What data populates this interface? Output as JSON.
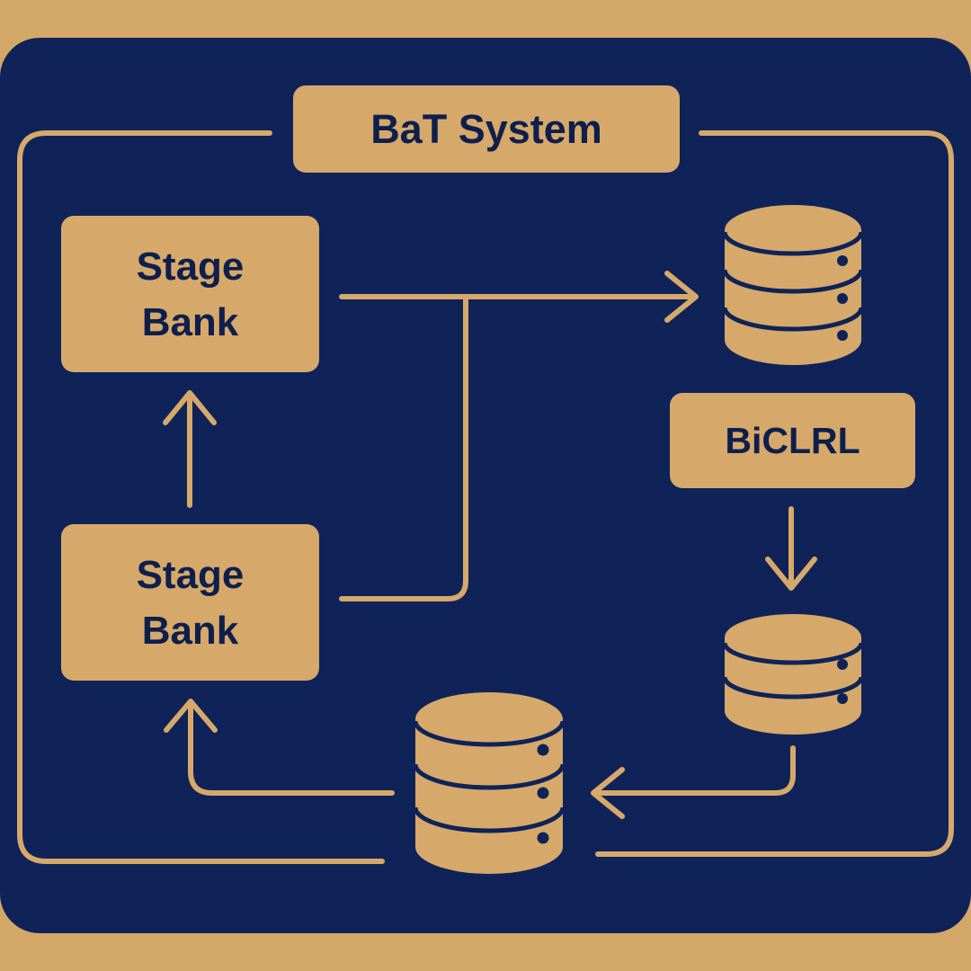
{
  "diagram": {
    "title": "BaT System",
    "nodes": {
      "stage_bank_top": "Stage\nBank",
      "stage_bank_bottom": "Stage\nBank",
      "biclrl": "BiCLRL"
    },
    "databases": [
      "database-top-right",
      "database-middle-right",
      "database-bottom-center"
    ],
    "colors": {
      "background_navy": "#0f2358",
      "accent_gold": "#d6a96a",
      "text_navy": "#0f1f4d"
    },
    "edges": [
      {
        "from": "stage_bank_bottom",
        "to": "stage_bank_top"
      },
      {
        "from": "stage_bank_bottom",
        "to": "database-top-right"
      },
      {
        "from": "stage_bank_top",
        "to": "database-top-right"
      },
      {
        "from": "biclrl",
        "to": "database-middle-right"
      },
      {
        "from": "database-middle-right",
        "to": "database-bottom-center"
      },
      {
        "from": "database-bottom-center",
        "to": "stage_bank_bottom"
      }
    ]
  }
}
